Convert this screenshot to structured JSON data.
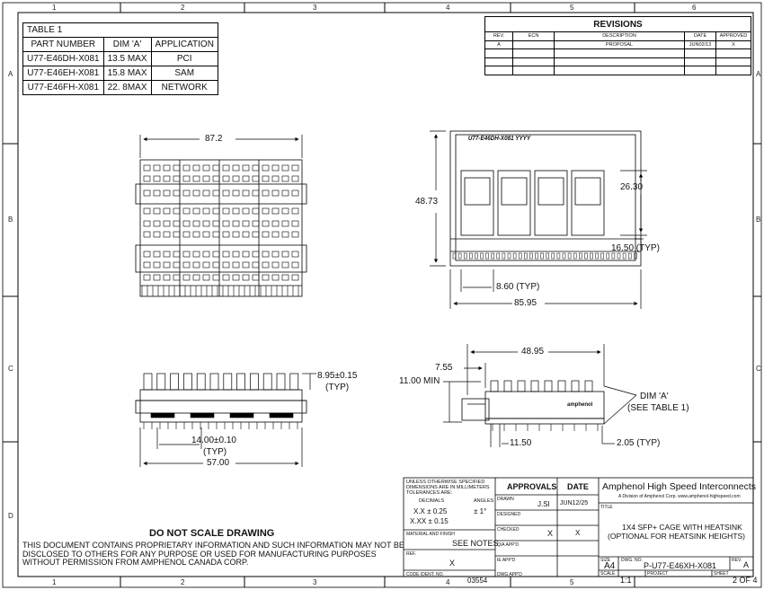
{
  "zones": {
    "columns": [
      "1",
      "2",
      "3",
      "4",
      "5",
      "6"
    ],
    "rows": [
      "A",
      "B",
      "C",
      "D"
    ]
  },
  "table1": {
    "title": "TABLE 1",
    "headers": [
      "PART NUMBER",
      "DIM 'A'",
      "APPLICATION"
    ],
    "rows": [
      [
        "U77-E46DH-X081",
        "13.5 MAX",
        "PCI"
      ],
      [
        "U77-E46EH-X081",
        "15.8 MAX",
        "SAM"
      ],
      [
        "U77-E46FH-X081",
        "22. 8MAX",
        "NETWORK"
      ]
    ]
  },
  "revisions": {
    "title": "REVISIONS",
    "headers": [
      "REV.",
      "ECN",
      "DESCRIPTION",
      "DATE",
      "APPROVED"
    ],
    "rows": [
      [
        "A",
        "",
        "PROPOSAL",
        "JUN02/13",
        "X"
      ]
    ]
  },
  "dims": {
    "top_width": "87.2",
    "height": "48.73",
    "port_height": "26.30",
    "pitch_v": "16.50 (TYP)",
    "pitch_h": "8.60 (TYP)",
    "total_width": "85.95",
    "fin_height": "8.95±0.15",
    "fin_height_typ": "(TYP)",
    "fin_pitch": "14.00±0.10",
    "fin_pitch_typ": "(TYP)",
    "front_width": "57.00",
    "side_length": "48.95",
    "side_offset": "7.55",
    "min_height": "11.00 MIN",
    "dim_a": "DIM 'A'",
    "dim_a_ref": "(SEE TABLE 1)",
    "bottom_offset": "11.50",
    "tail": "2.05 (TYP)"
  },
  "part_label": "U77-E46DH-X081 YYYY",
  "brand_mark": "amphenol",
  "do_not_scale": "DO NOT SCALE DRAWING",
  "notice": "THIS DOCUMENT CONTAINS PROPRIETARY INFORMATION AND SUCH INFORMATION MAY NOT BE DISCLOSED TO OTHERS FOR ANY PURPOSE OR USED FOR MANUFACTURING PURPOSES WITHOUT PERMISSION FROM AMPHENOL CANADA CORP.",
  "titleblock": {
    "tolerance_note": "UNLESS OTHERWISE SPECIFIED DIMENSIONS ARE IN MILLIMETERS TOLERANCES ARE:",
    "decimals_label": "DECIMALS",
    "angles_label": "ANGLES",
    "tol_1": "X.X ± 0.25",
    "tol_2": "X.XX ± 0.15",
    "angle_tol": "± 1°",
    "material_label": "MATERIAL AND FINISH",
    "material_value": "SEE NOTES",
    "ref_label": "REF.",
    "ref_value": "X",
    "code_label": "CODE IDENT. NO.",
    "code_value": "03554",
    "approvals": "APPROVALS",
    "date": "DATE",
    "drawn_label": "DRAWN",
    "drawn_by": "J.SI",
    "drawn_date": "JUN12/25",
    "designed_label": "DESIGNED",
    "checked_label": "CHECKED",
    "checked_by": "X",
    "checked_date": "X",
    "qa_label": "Q/A APP'D",
    "ie_label": "IE APP'D",
    "dwg_label": "DWG APP'D",
    "company": "Amphenol High Speed Interconnects",
    "company_sub": "A Division of Amphenol Corp. www.amphenol-highspeed.com",
    "title_label": "TITLE",
    "title_line1": "1X4 SFP+ CAGE WITH HEATSINK",
    "title_line2": "(OPTIONAL FOR HEATSINK HEIGHTS)",
    "size_label": "SIZE",
    "size": "A4",
    "dwgno_label": "DWG. NO.",
    "dwgno": "P-U77-E46XH-X081",
    "rev_label": "REV.",
    "rev": "A",
    "scale_label": "SCALE",
    "scale": "1:1",
    "project_label": "PROJECT",
    "sheet_label": "SHEET",
    "sheet": "2 OF 4"
  }
}
